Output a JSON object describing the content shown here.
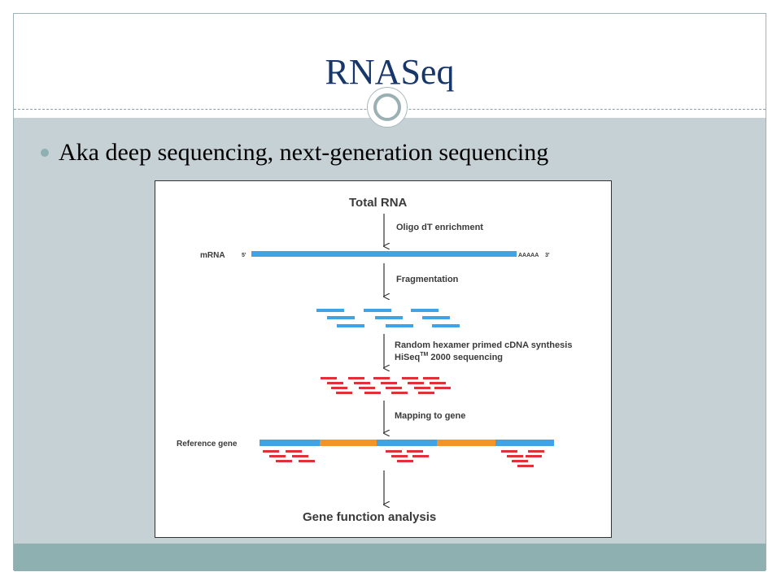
{
  "slide": {
    "title": "RNASeq",
    "bullets": [
      "Aka deep sequencing, next-generation sequencing"
    ]
  },
  "diagram": {
    "top_label": "Total RNA",
    "steps": [
      {
        "label": "Oligo dT enrichment"
      },
      {
        "label": "Fragmentation"
      },
      {
        "label": "Random hexamer primed cDNA synthesis",
        "label2": "HiSeq",
        "label2_sup": "TM",
        "label2_rest": " 2000 sequencing"
      },
      {
        "label": "Mapping to gene"
      }
    ],
    "mrna": {
      "label": "mRNA",
      "five_prime": "5'",
      "polya": "AAAAA",
      "three_prime": "3'"
    },
    "reference": {
      "label": "Reference gene"
    },
    "bottom_label": "Gene function analysis",
    "colors": {
      "fragment": "#3fa3e6",
      "read": "#e0303a",
      "intron": "#f29426",
      "text": "#3a3a3a",
      "arrow": "#333333"
    }
  }
}
